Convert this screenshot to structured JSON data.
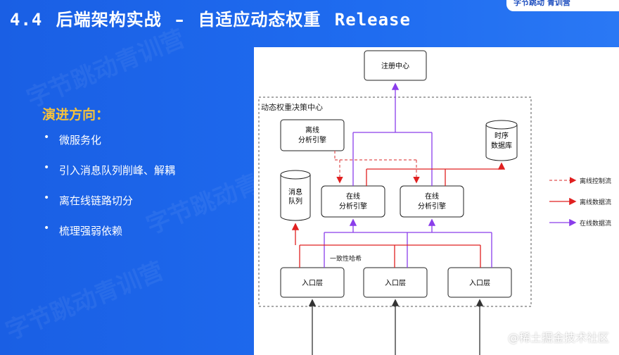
{
  "title": {
    "number": "4.4",
    "main": "后端架构实战",
    "dash": "–",
    "subtitle": "自适应动态权重",
    "release": "Release"
  },
  "logo": {
    "text": "字节跳动  青训营"
  },
  "watermark": "字节跳动青训营",
  "left": {
    "heading": "演进方向：",
    "bullets": [
      "微服务化",
      "引入消息队列削峰、解耦",
      "离在线链路切分",
      "梳理强弱依赖"
    ]
  },
  "diagram": {
    "registry": "注册中心",
    "decision_center": "动态权重决策中心",
    "offline_engine": [
      "离线",
      "分析引擎"
    ],
    "tsdb": [
      "时序",
      "数据库"
    ],
    "queue": [
      "消息",
      "队列"
    ],
    "online_engine_1": [
      "在线",
      "分析引擎"
    ],
    "online_engine_2": [
      "在线",
      "分析引擎"
    ],
    "hash_label": "一致性哈希",
    "entry_label": "入口层",
    "legend": [
      "离线控制流",
      "离线数据流",
      "在线数据流"
    ],
    "colors": {
      "offline_control": "#e05050",
      "offline_data": "#e02020",
      "online_data": "#8a3dea",
      "box": "#222222"
    }
  },
  "credit": "@稀土掘金技术社区"
}
